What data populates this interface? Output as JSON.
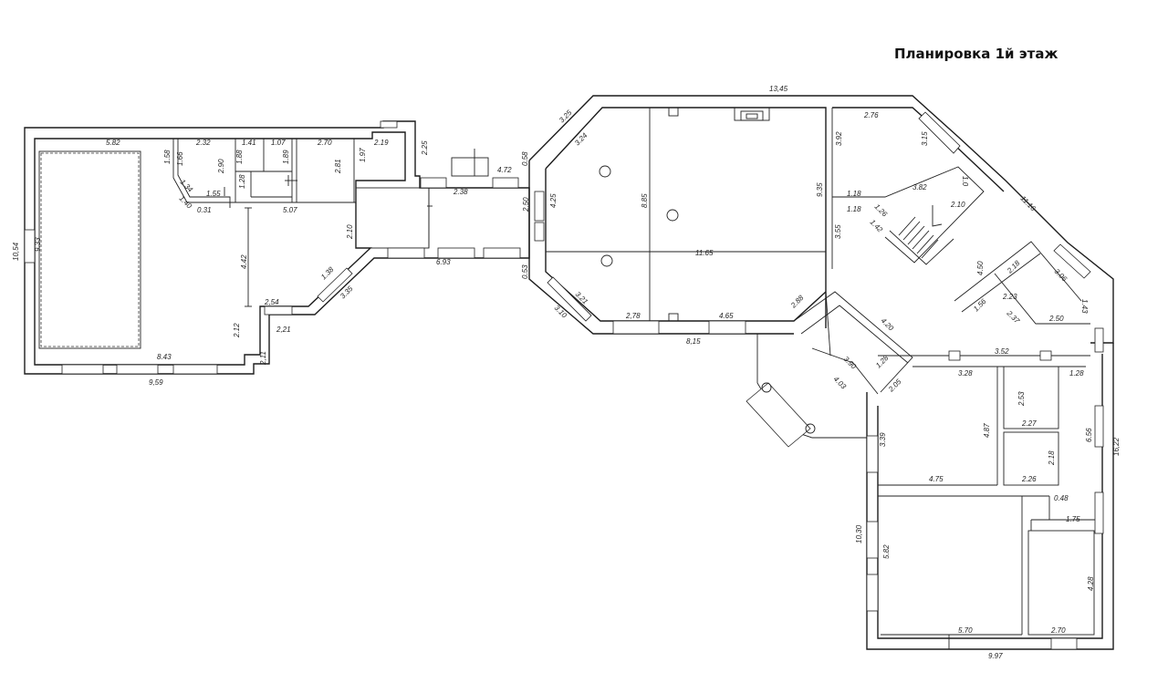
{
  "title": "Планировка 1й этаж",
  "dimensions": {
    "d1345": "13,45",
    "d582a": "5.82",
    "d232": "2.32",
    "d141": "1.41",
    "d107": "1.07",
    "d270": "2.70",
    "d219": "2.19",
    "d225": "2.25",
    "d158": "1.58",
    "d166": "1.66",
    "d290": "2.90",
    "d188": "1.88",
    "d189": "1.89",
    "d128a": "1.28",
    "d281": "2.81",
    "d197": "1.97",
    "d134": "1.34",
    "d155": "1.55",
    "d031": "0.31",
    "d507": "5.07",
    "d140": "1.40",
    "d1054": "10,54",
    "d933": "9.33",
    "d442": "4.42",
    "d210a": "2.10",
    "d254": "2,54",
    "d212": "2.12",
    "d221": "2,21",
    "d211": "2,11",
    "d843": "8.43",
    "d959": "9,59",
    "d138": "1.38",
    "d335": "3.35",
    "d472": "4.72",
    "d058": "0.58",
    "d238": "2.38",
    "d250a": "2.50",
    "d425": "4.25",
    "d693": "6.93",
    "d053": "0.53",
    "d325": "3.25",
    "d324": "3.24",
    "d885": "8.85",
    "d1165": "11.65",
    "d321": "3.21",
    "d310": "3.10",
    "d278": "2,78",
    "d465": "4.65",
    "d815": "8,15",
    "d288": "2.88",
    "d935": "9.35",
    "d355": "3.55",
    "d276": "2.76",
    "d392": "3.92",
    "d315": "3.15",
    "d118a": "1.18",
    "d118b": "1.18",
    "d126": "1.26",
    "d142": "1.42",
    "d382": "3.82",
    "d100": "1.0",
    "d210b": "2.10",
    "d1116": "11.16",
    "d450": "4.50",
    "d218": "2.18",
    "d306": "3.06",
    "d143": "1.43",
    "d156": "1.56",
    "d223": "2.23",
    "d237": "2.37",
    "d250b": "2.50",
    "d420": "4.20",
    "d390": "3.90",
    "d407": "4.03",
    "d128b": "1.28",
    "d205": "2.05",
    "d352": "3.52",
    "d328": "3.28",
    "d128c": "1.28",
    "d253": "2.53",
    "d227": "2.27",
    "d339": "3.39",
    "d487": "4.87",
    "d218b": "2.18",
    "d656": "6.56",
    "d1622": "16,22",
    "d475": "4.75",
    "d226": "2.26",
    "d048": "0.48",
    "d175": "1.75",
    "d1030": "10,30",
    "d582b": "5.82",
    "d428": "4.28",
    "d570": "5.70",
    "d270b": "2.70",
    "d997": "9.97"
  }
}
